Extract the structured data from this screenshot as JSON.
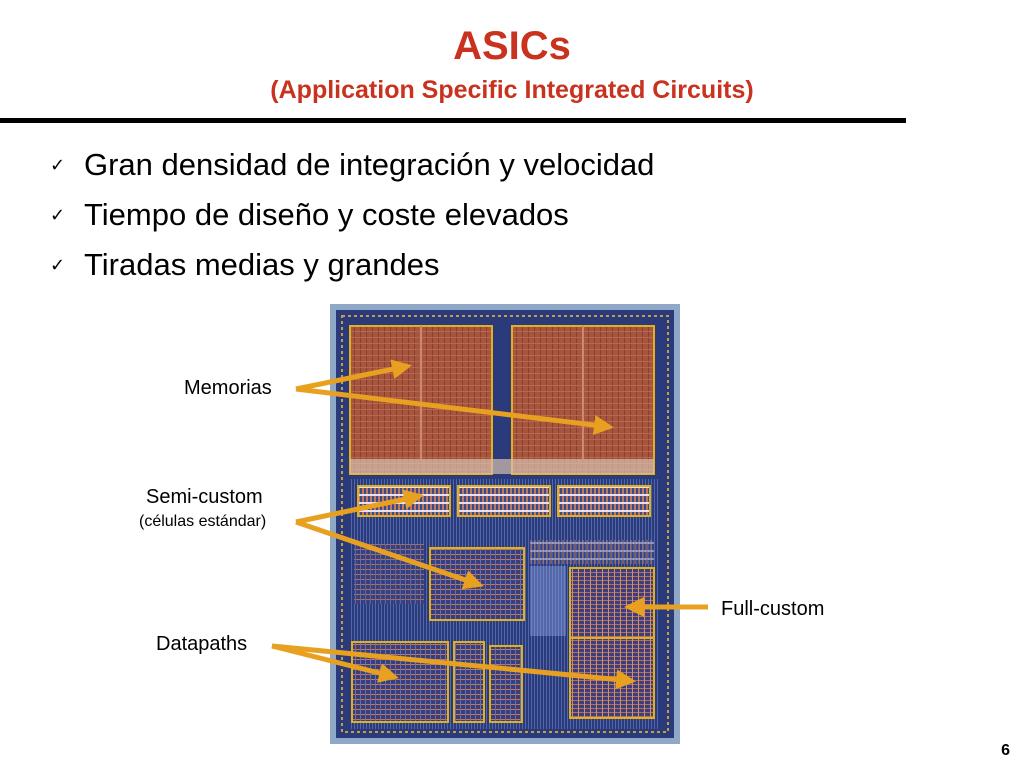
{
  "slide": {
    "title": "ASICs",
    "subtitle": "(Application Specific Integrated Circuits)",
    "bullets": [
      "Gran densidad de integración y velocidad",
      "Tiempo de diseño y coste elevados",
      "Tiradas medias y grandes"
    ],
    "page_number": "6"
  },
  "diagram": {
    "labels": {
      "memorias": "Memorias",
      "semicustom": "Semi-custom",
      "semicustom_sub": "(células estándar)",
      "datapaths": "Datapaths",
      "fullcustom": "Full-custom"
    }
  },
  "colors": {
    "title": "#c8321e",
    "arrow": "#e8a020",
    "block_outline": "#e0b020",
    "die_background": "#2a3a7a",
    "memory_fill": "#a0503a"
  }
}
